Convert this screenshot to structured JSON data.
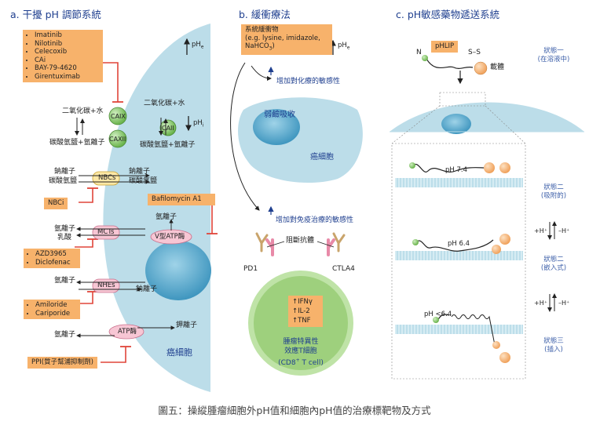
{
  "caption": "圖五：操縱腫瘤細胞外pH值和細胞內pH值的治療標靶物及方式",
  "panel_a": {
    "title": "a. 干擾 pH 調節系統",
    "drugs_caix": [
      "Imatinib",
      "Nilotinib",
      "Celecoxib",
      "CAi",
      "BAY-79-4620",
      "Girentuximab"
    ],
    "label_ca_top": "二氧化碳+水",
    "label_ca_bottom": "碳酸氫鹽+氫離子",
    "caix": "CAIX",
    "caxii": "CAXII",
    "label_cii_top": "二氧化碳+水",
    "label_cii_bottom": "碳酸氫鹽+氫離子",
    "caii": "CAII",
    "phe": "pH",
    "phe_sub": "e",
    "phi": "pH",
    "phi_sub": "i",
    "nbc_in1": "鈉離子",
    "nbc_in2": "碳酸氫鹽",
    "nbcs": "NBCs",
    "nbc_out1": "鈉離子",
    "nbc_out2": "碳酸氫鹽",
    "nbci": "NBCi",
    "bafilomycin": "Bafilomycin A1",
    "h_ion_vatp": "氫離子",
    "vatp": "V型ATP酶",
    "mct_h": "氫離子",
    "mct_lac": "乳酸",
    "mcts": "MCTs",
    "drugs_mct": [
      "AZD3965",
      "Diclofenac"
    ],
    "nhe_h": "氫離子",
    "nhes": "NHEs",
    "nhe_na": "鈉離子",
    "drugs_nhe": [
      "Amiloride",
      "Cariporide"
    ],
    "atp_h": "氫離子",
    "atpase": "ATP酶",
    "atp_k": "鉀離子",
    "ppi": "PPI(質子幫浦抑制劑)",
    "cancer_cell": "癌細胞"
  },
  "panel_b": {
    "title": "b. 緩衝療法",
    "buffer_title": "系統緩衝物",
    "buffer_examples": "(e.g. lysine, imidazole,",
    "buffer_examples2": "NaHCO",
    "buffer_sub": "3",
    "buffer_close": ")",
    "phe": "pH",
    "phe_sub": "e",
    "chemo": "增加對化療的敏感性",
    "weak_base": "弱鹼吸收",
    "cancer_cell": "癌細胞",
    "immuno": "增加對免疫治療的敏感性",
    "blocking_ab": "阻斷抗體",
    "pd1": "PD1",
    "ctla4": "CTLA4",
    "cytokines": [
      "IFNγ",
      "IL-2",
      "TNF"
    ],
    "tcell_line1": "腫瘤特異性",
    "tcell_line2": "效應T細胞",
    "tcell_line3": "(CD8",
    "tcell_sup": "+",
    "tcell_line3b": " T cell)"
  },
  "panel_c": {
    "title": "c. pH敏感藥物遞送系統",
    "phlip": "pHLIP",
    "n_term": "N",
    "ss": "S–S",
    "carrier": "載體",
    "state1_line1": "狀態一",
    "state1_line2": "(在溶液中)",
    "state2a_line1": "狀態二",
    "state2a_line2": "(吸附的)",
    "state2b_line1": "狀態二",
    "state2b_line2": "(嵌入式)",
    "state3_line1": "狀態三",
    "state3_line2": "(插入)",
    "ph74": "pH 7.4",
    "ph64": "pH 6.4",
    "phlt64": "pH <6.4",
    "hplus_left": "+H⁺",
    "hplus_right": "–H⁺"
  },
  "colors": {
    "orange": "#f7b26b",
    "cell": "#b9dce8",
    "nucleus": "#4aa3c7",
    "green": "#7dc05c",
    "pink": "#e88aa8",
    "title": "#1f3f8f",
    "red": "#e0453a"
  }
}
